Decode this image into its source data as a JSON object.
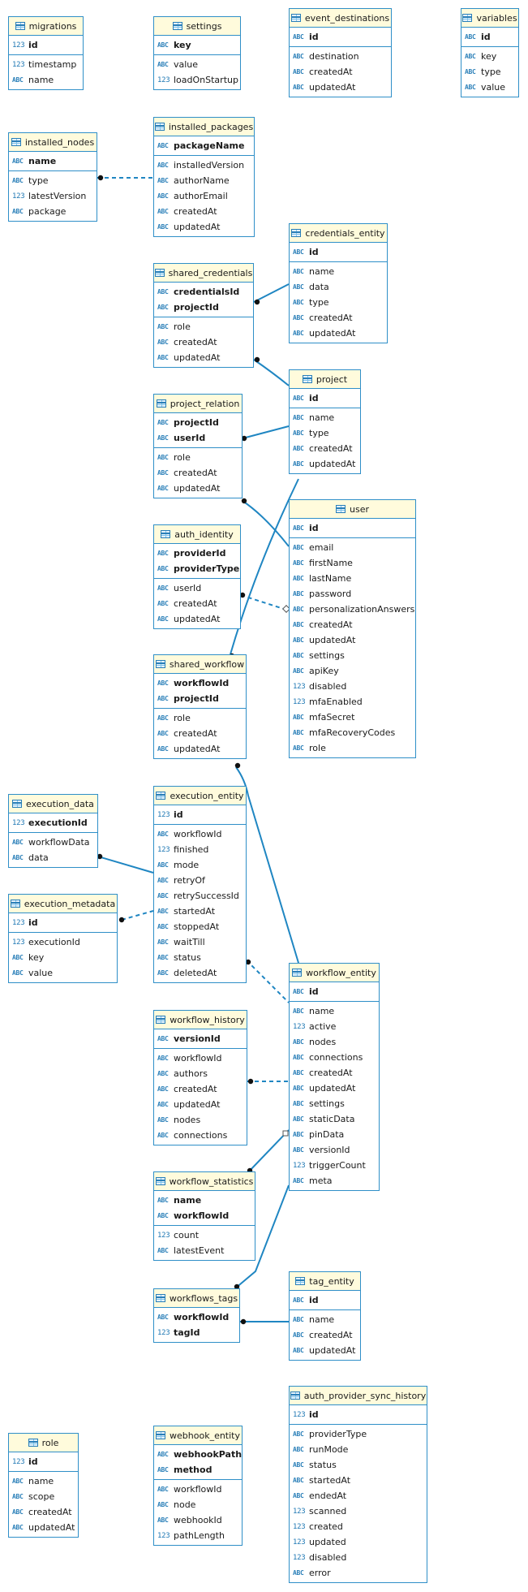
{
  "colors": {
    "border": "#2f8fc8",
    "header": "#fffbdc",
    "line": "#1f86c2",
    "type_icon": "#2a7fb8"
  },
  "type_labels": {
    "text": "ABC",
    "number": "123"
  },
  "tables": [
    {
      "id": "migrations",
      "name": "migrations",
      "groups": [
        [
          {
            "name": "id",
            "type": "number",
            "pk": true
          }
        ],
        [
          {
            "name": "timestamp",
            "type": "number"
          },
          {
            "name": "name",
            "type": "text"
          }
        ]
      ]
    },
    {
      "id": "settings",
      "name": "settings",
      "groups": [
        [
          {
            "name": "key",
            "type": "text",
            "pk": true
          }
        ],
        [
          {
            "name": "value",
            "type": "text"
          },
          {
            "name": "loadOnStartup",
            "type": "number"
          }
        ]
      ]
    },
    {
      "id": "event_destinations",
      "name": "event_destinations",
      "groups": [
        [
          {
            "name": "id",
            "type": "text",
            "pk": true
          }
        ],
        [
          {
            "name": "destination",
            "type": "text"
          },
          {
            "name": "createdAt",
            "type": "text"
          },
          {
            "name": "updatedAt",
            "type": "text"
          }
        ]
      ]
    },
    {
      "id": "variables",
      "name": "variables",
      "groups": [
        [
          {
            "name": "id",
            "type": "text",
            "pk": true
          }
        ],
        [
          {
            "name": "key",
            "type": "text"
          },
          {
            "name": "type",
            "type": "text"
          },
          {
            "name": "value",
            "type": "text"
          }
        ]
      ]
    },
    {
      "id": "installed_nodes",
      "name": "installed_nodes",
      "groups": [
        [
          {
            "name": "name",
            "type": "text",
            "pk": true
          }
        ],
        [
          {
            "name": "type",
            "type": "text"
          },
          {
            "name": "latestVersion",
            "type": "number"
          },
          {
            "name": "package",
            "type": "text"
          }
        ]
      ]
    },
    {
      "id": "installed_packages",
      "name": "installed_packages",
      "groups": [
        [
          {
            "name": "packageName",
            "type": "text",
            "pk": true
          }
        ],
        [
          {
            "name": "installedVersion",
            "type": "text"
          },
          {
            "name": "authorName",
            "type": "text"
          },
          {
            "name": "authorEmail",
            "type": "text"
          },
          {
            "name": "createdAt",
            "type": "text"
          },
          {
            "name": "updatedAt",
            "type": "text"
          }
        ]
      ]
    },
    {
      "id": "credentials_entity",
      "name": "credentials_entity",
      "groups": [
        [
          {
            "name": "id",
            "type": "text",
            "pk": true
          }
        ],
        [
          {
            "name": "name",
            "type": "text"
          },
          {
            "name": "data",
            "type": "text"
          },
          {
            "name": "type",
            "type": "text"
          },
          {
            "name": "createdAt",
            "type": "text"
          },
          {
            "name": "updatedAt",
            "type": "text"
          }
        ]
      ]
    },
    {
      "id": "shared_credentials",
      "name": "shared_credentials",
      "groups": [
        [
          {
            "name": "credentialsId",
            "type": "text",
            "pk": true
          },
          {
            "name": "projectId",
            "type": "text",
            "pk": true
          }
        ],
        [
          {
            "name": "role",
            "type": "text"
          },
          {
            "name": "createdAt",
            "type": "text"
          },
          {
            "name": "updatedAt",
            "type": "text"
          }
        ]
      ]
    },
    {
      "id": "project",
      "name": "project",
      "groups": [
        [
          {
            "name": "id",
            "type": "text",
            "pk": true
          }
        ],
        [
          {
            "name": "name",
            "type": "text"
          },
          {
            "name": "type",
            "type": "text"
          },
          {
            "name": "createdAt",
            "type": "text"
          },
          {
            "name": "updatedAt",
            "type": "text"
          }
        ]
      ]
    },
    {
      "id": "project_relation",
      "name": "project_relation",
      "groups": [
        [
          {
            "name": "projectId",
            "type": "text",
            "pk": true
          },
          {
            "name": "userId",
            "type": "text",
            "pk": true
          }
        ],
        [
          {
            "name": "role",
            "type": "text"
          },
          {
            "name": "createdAt",
            "type": "text"
          },
          {
            "name": "updatedAt",
            "type": "text"
          }
        ]
      ]
    },
    {
      "id": "user",
      "name": "user",
      "groups": [
        [
          {
            "name": "id",
            "type": "text",
            "pk": true
          }
        ],
        [
          {
            "name": "email",
            "type": "text"
          },
          {
            "name": "firstName",
            "type": "text"
          },
          {
            "name": "lastName",
            "type": "text"
          },
          {
            "name": "password",
            "type": "text"
          },
          {
            "name": "personalizationAnswers",
            "type": "text"
          },
          {
            "name": "createdAt",
            "type": "text"
          },
          {
            "name": "updatedAt",
            "type": "text"
          },
          {
            "name": "settings",
            "type": "text"
          },
          {
            "name": "apiKey",
            "type": "text"
          },
          {
            "name": "disabled",
            "type": "number"
          },
          {
            "name": "mfaEnabled",
            "type": "number"
          },
          {
            "name": "mfaSecret",
            "type": "text"
          },
          {
            "name": "mfaRecoveryCodes",
            "type": "text"
          },
          {
            "name": "role",
            "type": "text"
          }
        ]
      ]
    },
    {
      "id": "auth_identity",
      "name": "auth_identity",
      "groups": [
        [
          {
            "name": "providerId",
            "type": "text",
            "pk": true
          },
          {
            "name": "providerType",
            "type": "text",
            "pk": true
          }
        ],
        [
          {
            "name": "userId",
            "type": "text"
          },
          {
            "name": "createdAt",
            "type": "text"
          },
          {
            "name": "updatedAt",
            "type": "text"
          }
        ]
      ]
    },
    {
      "id": "shared_workflow",
      "name": "shared_workflow",
      "groups": [
        [
          {
            "name": "workflowId",
            "type": "text",
            "pk": true
          },
          {
            "name": "projectId",
            "type": "text",
            "pk": true
          }
        ],
        [
          {
            "name": "role",
            "type": "text"
          },
          {
            "name": "createdAt",
            "type": "text"
          },
          {
            "name": "updatedAt",
            "type": "text"
          }
        ]
      ]
    },
    {
      "id": "execution_data",
      "name": "execution_data",
      "groups": [
        [
          {
            "name": "executionId",
            "type": "number",
            "pk": true
          }
        ],
        [
          {
            "name": "workflowData",
            "type": "text"
          },
          {
            "name": "data",
            "type": "text"
          }
        ]
      ]
    },
    {
      "id": "execution_entity",
      "name": "execution_entity",
      "groups": [
        [
          {
            "name": "id",
            "type": "number",
            "pk": true
          }
        ],
        [
          {
            "name": "workflowId",
            "type": "text"
          },
          {
            "name": "finished",
            "type": "number"
          },
          {
            "name": "mode",
            "type": "text"
          },
          {
            "name": "retryOf",
            "type": "text"
          },
          {
            "name": "retrySuccessId",
            "type": "text"
          },
          {
            "name": "startedAt",
            "type": "text"
          },
          {
            "name": "stoppedAt",
            "type": "text"
          },
          {
            "name": "waitTill",
            "type": "text"
          },
          {
            "name": "status",
            "type": "text"
          },
          {
            "name": "deletedAt",
            "type": "text"
          }
        ]
      ]
    },
    {
      "id": "execution_metadata",
      "name": "execution_metadata",
      "groups": [
        [
          {
            "name": "id",
            "type": "number",
            "pk": true
          }
        ],
        [
          {
            "name": "executionId",
            "type": "number"
          },
          {
            "name": "key",
            "type": "text"
          },
          {
            "name": "value",
            "type": "text"
          }
        ]
      ]
    },
    {
      "id": "workflow_entity",
      "name": "workflow_entity",
      "groups": [
        [
          {
            "name": "id",
            "type": "text",
            "pk": true
          }
        ],
        [
          {
            "name": "name",
            "type": "text"
          },
          {
            "name": "active",
            "type": "number"
          },
          {
            "name": "nodes",
            "type": "text"
          },
          {
            "name": "connections",
            "type": "text"
          },
          {
            "name": "createdAt",
            "type": "text"
          },
          {
            "name": "updatedAt",
            "type": "text"
          },
          {
            "name": "settings",
            "type": "text"
          },
          {
            "name": "staticData",
            "type": "text"
          },
          {
            "name": "pinData",
            "type": "text"
          },
          {
            "name": "versionId",
            "type": "text"
          },
          {
            "name": "triggerCount",
            "type": "number"
          },
          {
            "name": "meta",
            "type": "text"
          }
        ]
      ]
    },
    {
      "id": "workflow_history",
      "name": "workflow_history",
      "groups": [
        [
          {
            "name": "versionId",
            "type": "text",
            "pk": true
          }
        ],
        [
          {
            "name": "workflowId",
            "type": "text"
          },
          {
            "name": "authors",
            "type": "text"
          },
          {
            "name": "createdAt",
            "type": "text"
          },
          {
            "name": "updatedAt",
            "type": "text"
          },
          {
            "name": "nodes",
            "type": "text"
          },
          {
            "name": "connections",
            "type": "text"
          }
        ]
      ]
    },
    {
      "id": "workflow_statistics",
      "name": "workflow_statistics",
      "groups": [
        [
          {
            "name": "name",
            "type": "text",
            "pk": true
          },
          {
            "name": "workflowId",
            "type": "text",
            "pk": true
          }
        ],
        [
          {
            "name": "count",
            "type": "number"
          },
          {
            "name": "latestEvent",
            "type": "text"
          }
        ]
      ]
    },
    {
      "id": "workflows_tags",
      "name": "workflows_tags",
      "groups": [
        [
          {
            "name": "workflowId",
            "type": "text",
            "pk": true
          },
          {
            "name": "tagId",
            "type": "number",
            "pk": true
          }
        ]
      ]
    },
    {
      "id": "tag_entity",
      "name": "tag_entity",
      "groups": [
        [
          {
            "name": "id",
            "type": "text",
            "pk": true
          }
        ],
        [
          {
            "name": "name",
            "type": "text"
          },
          {
            "name": "createdAt",
            "type": "text"
          },
          {
            "name": "updatedAt",
            "type": "text"
          }
        ]
      ]
    },
    {
      "id": "role",
      "name": "role",
      "groups": [
        [
          {
            "name": "id",
            "type": "number",
            "pk": true
          }
        ],
        [
          {
            "name": "name",
            "type": "text"
          },
          {
            "name": "scope",
            "type": "text"
          },
          {
            "name": "createdAt",
            "type": "text"
          },
          {
            "name": "updatedAt",
            "type": "text"
          }
        ]
      ]
    },
    {
      "id": "webhook_entity",
      "name": "webhook_entity",
      "groups": [
        [
          {
            "name": "webhookPath",
            "type": "text",
            "pk": true
          },
          {
            "name": "method",
            "type": "text",
            "pk": true
          }
        ],
        [
          {
            "name": "workflowId",
            "type": "text"
          },
          {
            "name": "node",
            "type": "text"
          },
          {
            "name": "webhookId",
            "type": "text"
          },
          {
            "name": "pathLength",
            "type": "number"
          }
        ]
      ]
    },
    {
      "id": "auth_provider_sync_history",
      "name": "auth_provider_sync_history",
      "groups": [
        [
          {
            "name": "id",
            "type": "number",
            "pk": true
          }
        ],
        [
          {
            "name": "providerType",
            "type": "text"
          },
          {
            "name": "runMode",
            "type": "text"
          },
          {
            "name": "status",
            "type": "text"
          },
          {
            "name": "startedAt",
            "type": "text"
          },
          {
            "name": "endedAt",
            "type": "text"
          },
          {
            "name": "scanned",
            "type": "number"
          },
          {
            "name": "created",
            "type": "number"
          },
          {
            "name": "updated",
            "type": "number"
          },
          {
            "name": "disabled",
            "type": "number"
          },
          {
            "name": "error",
            "type": "text"
          }
        ]
      ]
    }
  ],
  "relations": [
    {
      "from": "installed_nodes",
      "to": "installed_packages",
      "dashed": true
    },
    {
      "from": "shared_credentials",
      "to": "credentials_entity",
      "dashed": false
    },
    {
      "from": "shared_credentials",
      "to": "project",
      "dashed": false
    },
    {
      "from": "project_relation",
      "to": "project",
      "dashed": false
    },
    {
      "from": "project_relation",
      "to": "user",
      "dashed": false
    },
    {
      "from": "auth_identity",
      "to": "user",
      "dashed": true
    },
    {
      "from": "shared_workflow",
      "to": "project",
      "dashed": false
    },
    {
      "from": "shared_workflow",
      "to": "workflow_entity",
      "dashed": false
    },
    {
      "from": "execution_data",
      "to": "execution_entity",
      "dashed": false
    },
    {
      "from": "execution_metadata",
      "to": "execution_entity",
      "dashed": true
    },
    {
      "from": "execution_entity",
      "to": "workflow_entity",
      "dashed": true
    },
    {
      "from": "workflow_history",
      "to": "workflow_entity",
      "dashed": true
    },
    {
      "from": "workflow_statistics",
      "to": "workflow_entity",
      "dashed": false
    },
    {
      "from": "workflows_tags",
      "to": "workflow_entity",
      "dashed": false
    },
    {
      "from": "workflows_tags",
      "to": "tag_entity",
      "dashed": false
    }
  ]
}
